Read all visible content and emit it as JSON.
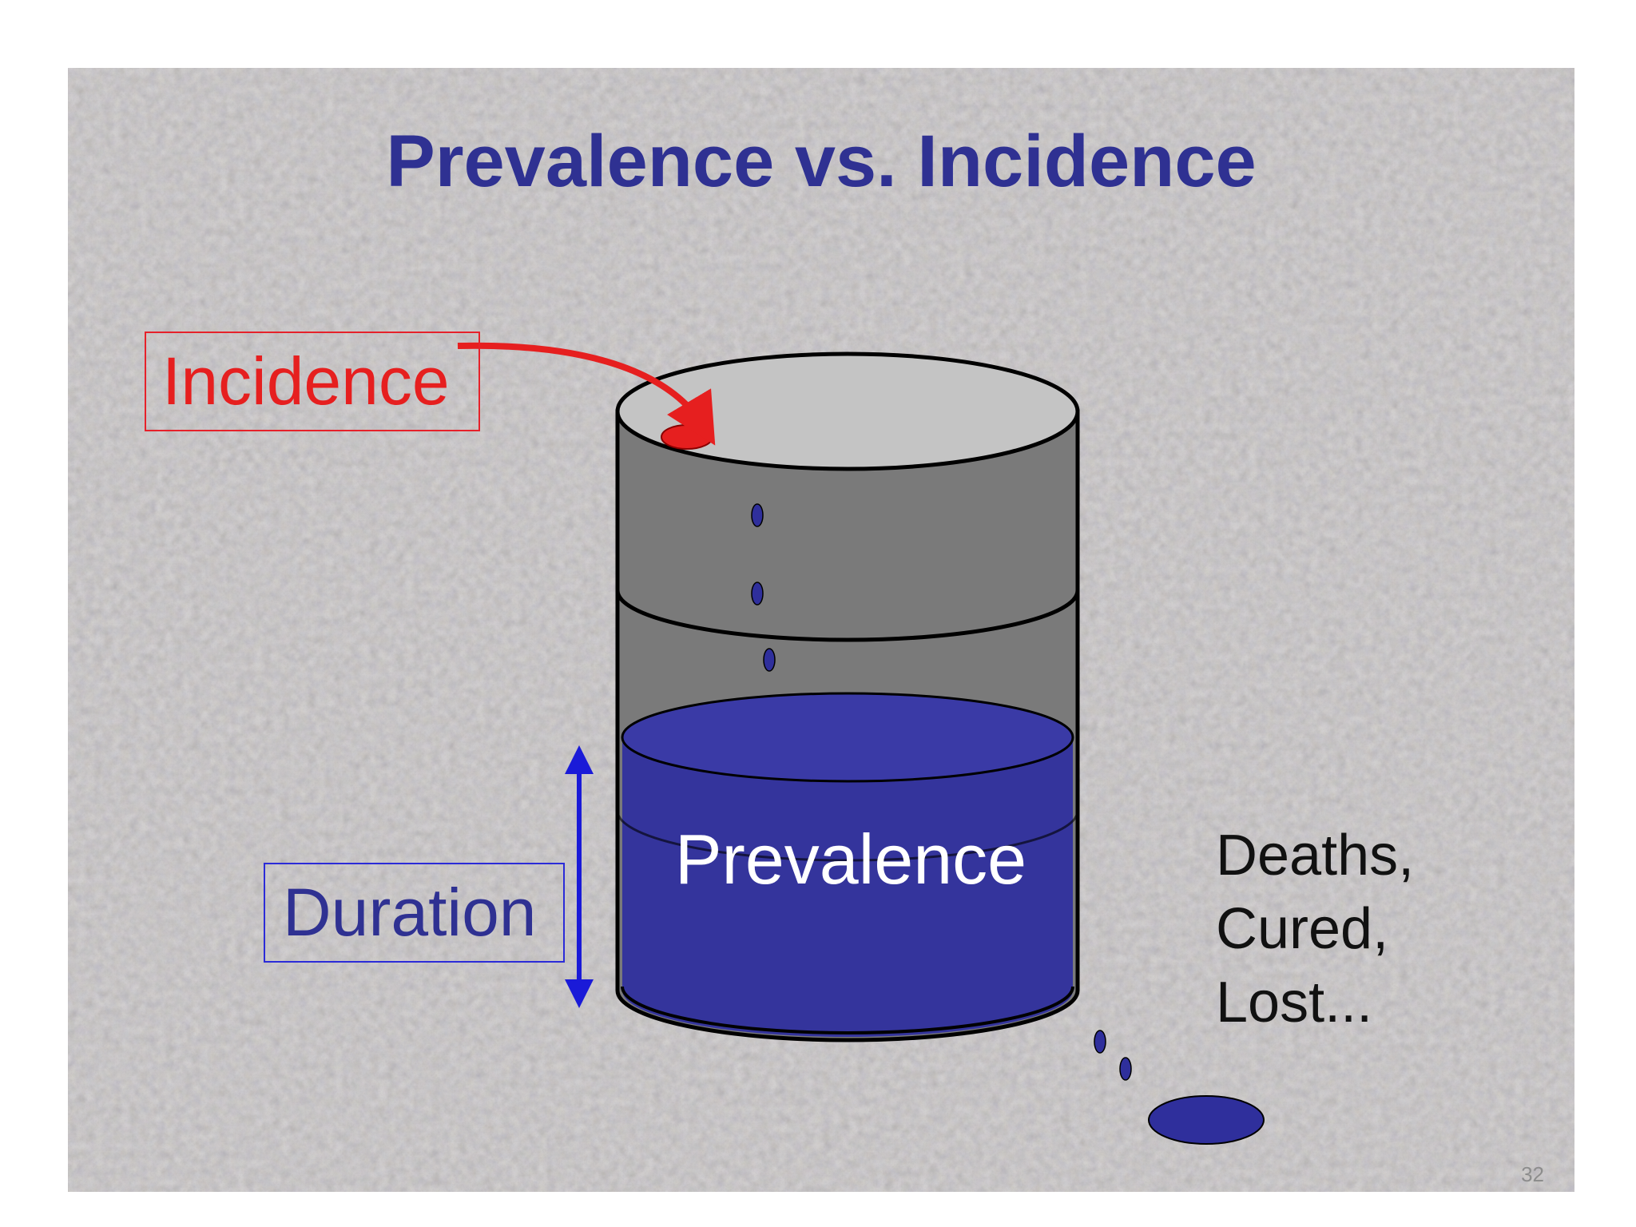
{
  "slide": {
    "title": "Prevalence vs. Incidence",
    "slide_number": "32"
  },
  "labels": {
    "incidence": "Incidence",
    "duration": "Duration",
    "prevalence": "Prevalence",
    "outflow": [
      "Deaths,",
      "Cured,",
      "Lost..."
    ]
  },
  "colors": {
    "title": "#2f3192",
    "incidence": "#e61f1f",
    "prevalence_fill": "#34349c",
    "cylinder_body": "#7a7a7a",
    "cylinder_top": "#c4c4c4",
    "duration_arrow": "#1a1ad8"
  }
}
